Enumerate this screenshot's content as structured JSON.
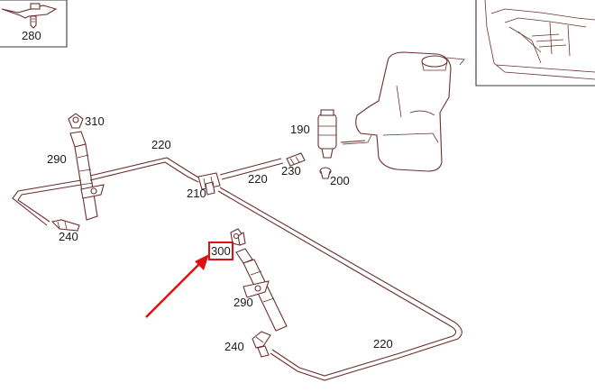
{
  "labels": {
    "l280": "280",
    "l310": "310",
    "l290": "290",
    "l220": "220",
    "l210": "210",
    "l240": "240",
    "l190": "190",
    "l230": "230",
    "l200": "200",
    "l300": "300"
  },
  "colors": {
    "line_art": "#6b3030",
    "highlight": "#e01010",
    "text": "#1a1a1a"
  }
}
